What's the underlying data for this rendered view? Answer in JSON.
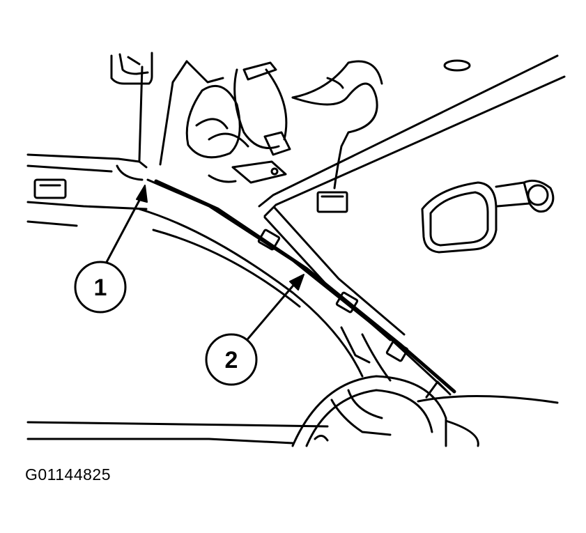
{
  "figure": {
    "code": "G01144825",
    "callouts": [
      {
        "number": "1"
      },
      {
        "number": "2"
      }
    ]
  },
  "colors": {
    "line": "#000000",
    "background": "#ffffff"
  }
}
